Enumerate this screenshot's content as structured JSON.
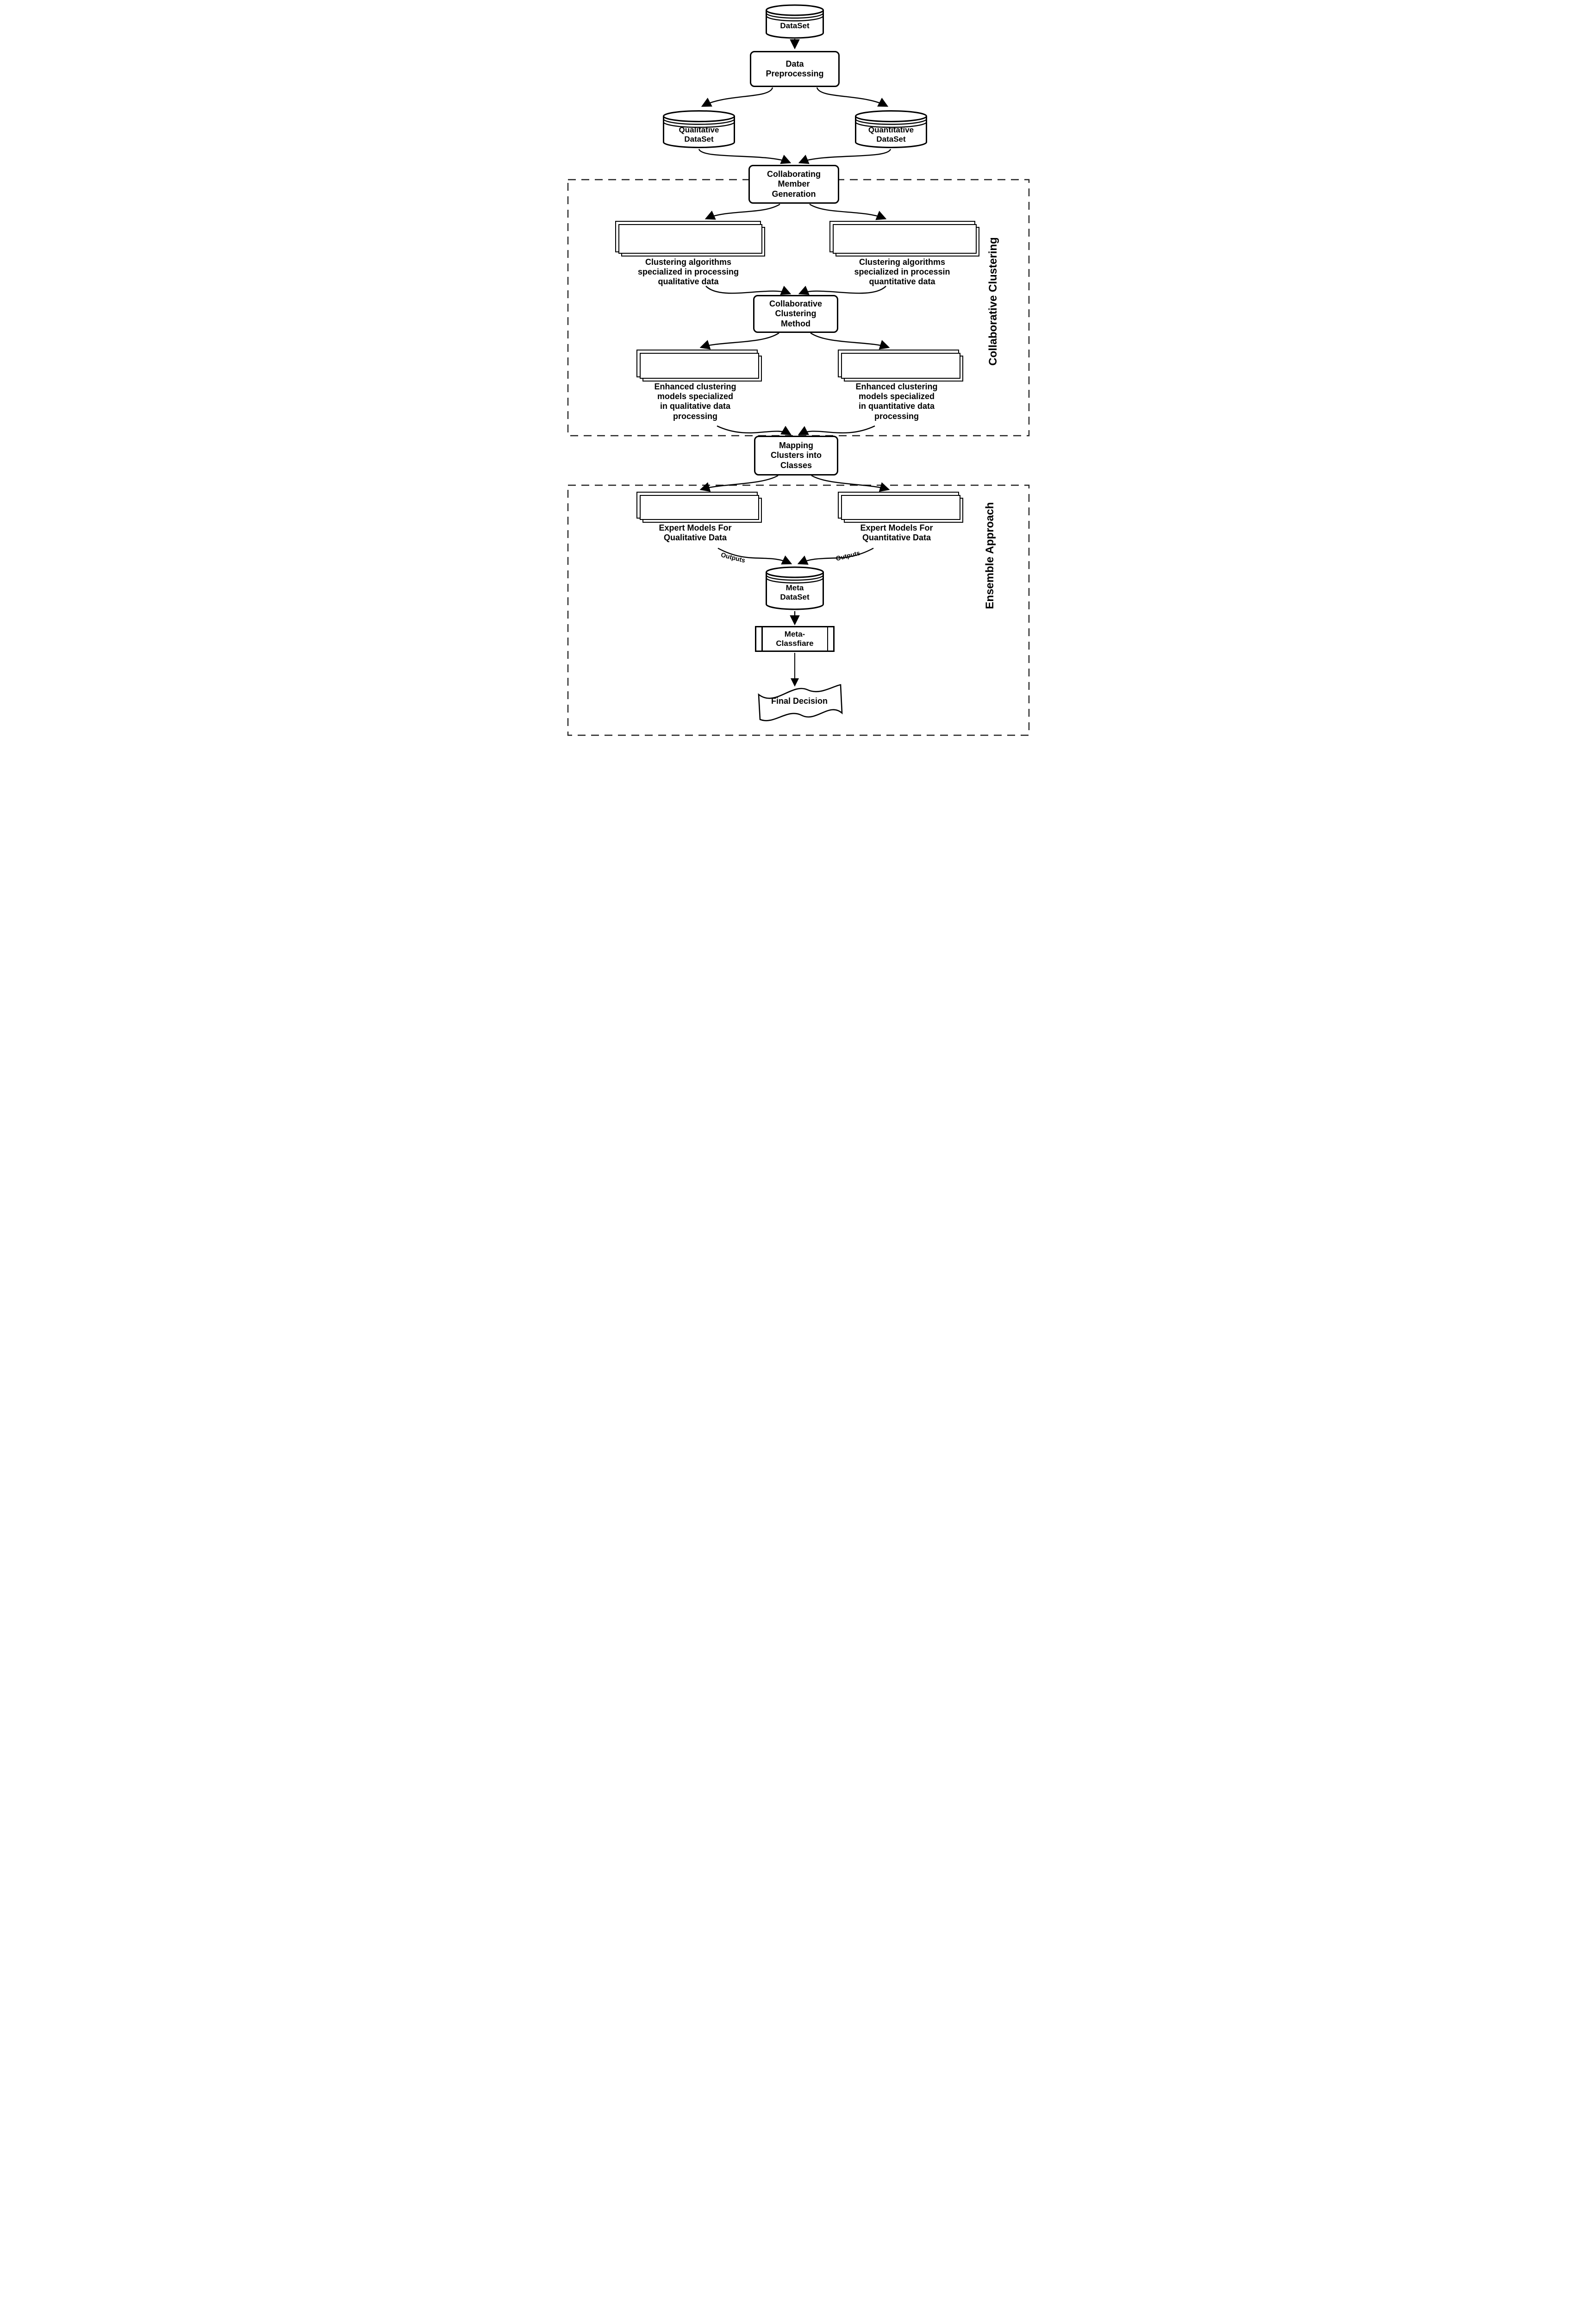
{
  "nodes": {
    "dataset": "DataSet",
    "data_preprocessing": "Data\nPreprocessing",
    "qualitative_dataset": "Qualitative\nDataSet",
    "quantitative_dataset": "Quantitative\nDataSet",
    "collaborating_member_generation": "Collaborating\nMember\nGeneration",
    "clustering_algorithms_qualitative": "Clustering algorithms\nspecialized in processing\nqualitative data",
    "clustering_algorithms_quantitative": "Clustering algorithms\nspecialized in processin\nquantitative data",
    "collaborative_clustering_method": "Collaborative\nClustering\nMethod",
    "enhanced_models_qualitative": "Enhanced clustering\nmodels specialized\nin qualitative data\nprocessing",
    "enhanced_models_quantitative": "Enhanced clustering\nmodels specialized\nin quantitative data\nprocessing",
    "mapping_clusters_into_classes": "Mapping\nClusters into\nClasses",
    "expert_models_qualitative": "Expert Models For\nQualitative Data",
    "expert_models_quantitative": "Expert Models For\nQuantitative Data",
    "meta_dataset": "Meta\nDataSet",
    "meta_classifier": "Meta-\nClassfiare",
    "final_decision": "Final Decision"
  },
  "edge_labels": {
    "outputs_left": "Outputs",
    "outputs_right": "Outputs"
  },
  "containers": {
    "collaborative_clustering": "Collaborative Clustering",
    "ensemble_approach": "Ensemble Approach"
  },
  "colors": {
    "stroke": "#000000",
    "background": "#ffffff"
  }
}
